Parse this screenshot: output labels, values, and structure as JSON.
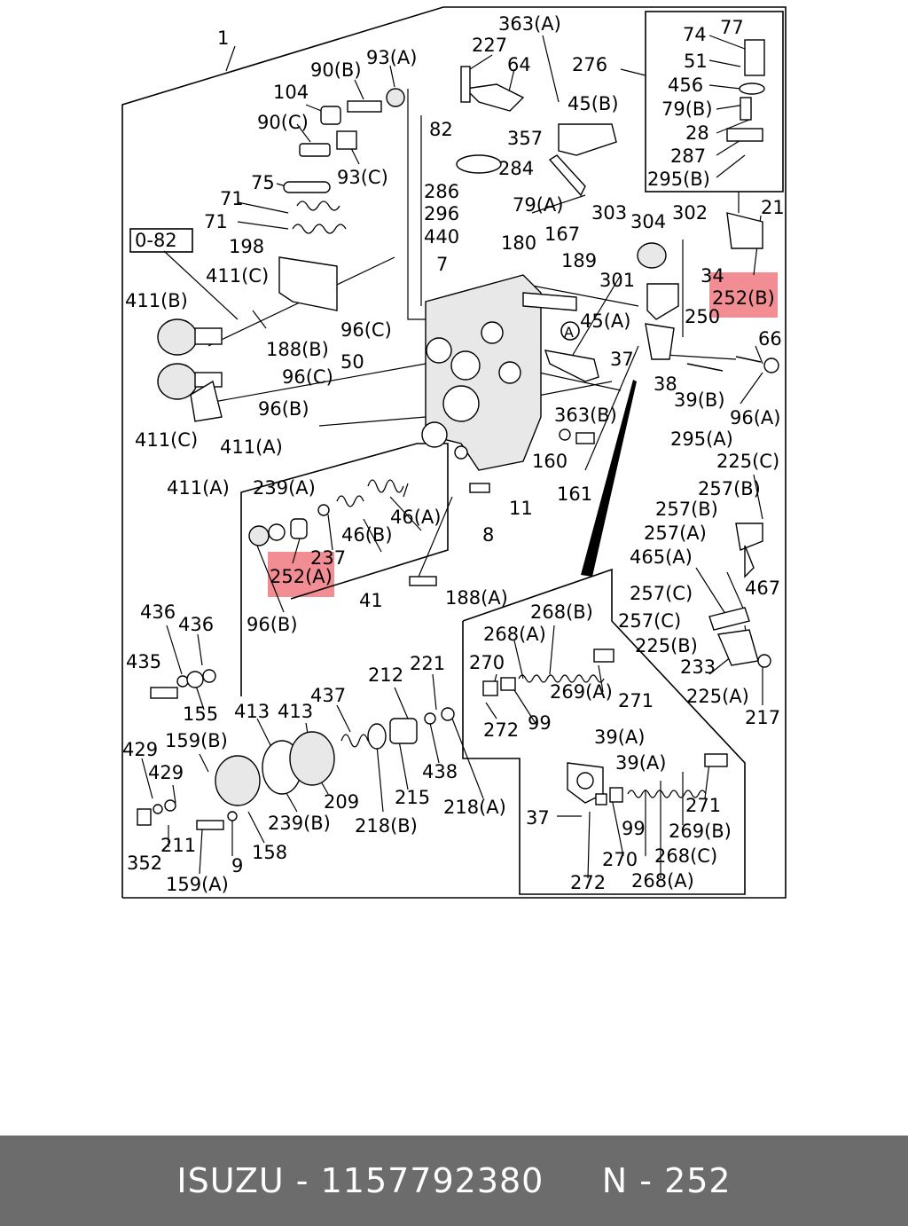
{
  "diagram": {
    "ref_box": "0-82",
    "labels": [
      "1",
      "363(A)",
      "227",
      "64",
      "93(A)",
      "90(B)",
      "104",
      "90(C)",
      "93(C)",
      "75",
      "71",
      "71",
      "198",
      "411(C)",
      "411(B)",
      "188(B)",
      "96(C)",
      "96(C)",
      "50",
      "96(B)",
      "411(C)",
      "411(A)",
      "411(A)",
      "82",
      "357",
      "284",
      "286",
      "296",
      "440",
      "79(A)",
      "45(B)",
      "7",
      "180",
      "167",
      "189",
      "276",
      "74",
      "77",
      "51",
      "456",
      "79(B)",
      "28",
      "287",
      "295(B)",
      "21",
      "303",
      "304",
      "302",
      "34",
      "301",
      "252(B)",
      "250",
      "45(A)",
      "37",
      "66",
      "38",
      "39(B)",
      "96(A)",
      "295(A)",
      "363(B)",
      "160",
      "161",
      "11",
      "8",
      "239(A)",
      "46(A)",
      "46(B)",
      "237",
      "252(A)",
      "41",
      "96(B)",
      "188(A)",
      "225(C)",
      "257(B)",
      "257(B)",
      "257(A)",
      "465(A)",
      "467",
      "257(C)",
      "257(C)",
      "225(B)",
      "233",
      "225(A)",
      "217",
      "268(B)",
      "268(A)",
      "270",
      "269(A)",
      "271",
      "99",
      "272",
      "39(A)",
      "39(A)",
      "37",
      "271",
      "269(B)",
      "99",
      "268(C)",
      "270",
      "272",
      "268(A)",
      "436",
      "436",
      "435",
      "155",
      "413",
      "413",
      "437",
      "212",
      "221",
      "438",
      "218(A)",
      "429",
      "159(B)",
      "429",
      "352",
      "211",
      "9",
      "158",
      "159(A)",
      "239(B)",
      "209",
      "215",
      "218(B)"
    ],
    "highlighted": [
      "252(B)",
      "252(A)"
    ]
  },
  "footer": {
    "brand": "ISUZU",
    "part_number": "1157792380",
    "page_ref": "N - 252"
  },
  "colors": {
    "highlight": "#f07a80",
    "footer_bg": "#6c6c6c",
    "footer_text": "#ffffff"
  }
}
